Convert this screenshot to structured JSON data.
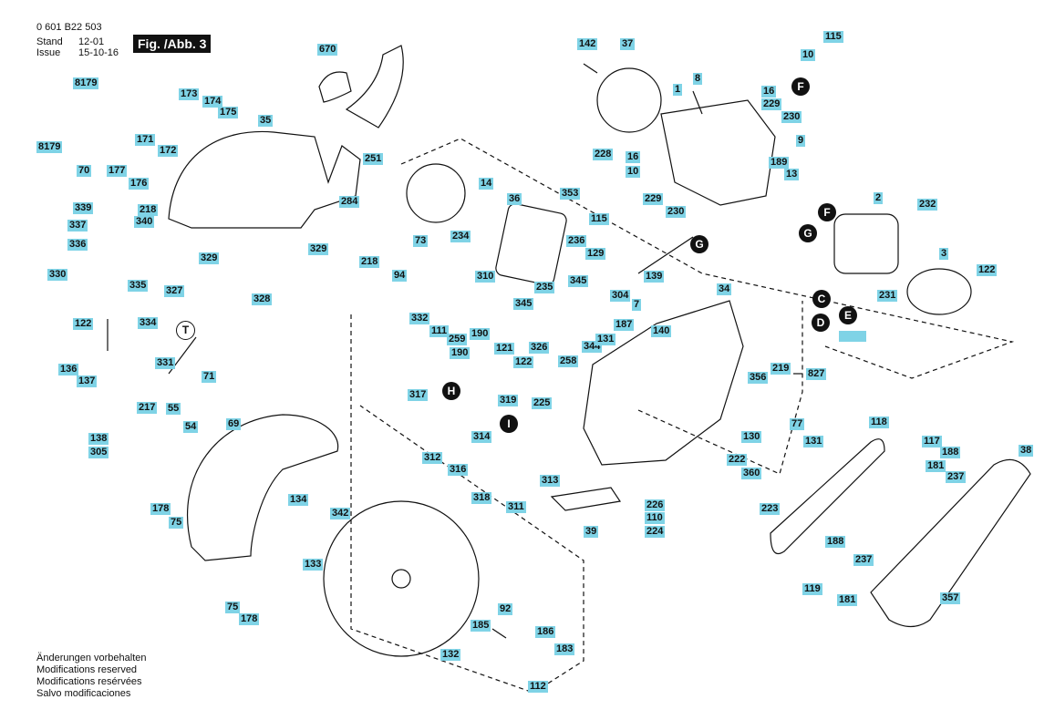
{
  "header": {
    "doc_number": "0 601 B22 503",
    "stand_label": "Stand",
    "stand_value": "12-01",
    "issue_label": "Issue",
    "issue_value": "15-10-16",
    "figure_label": "Fig. /Abb. 3"
  },
  "footer": {
    "lines": [
      "Änderungen vorbehalten",
      "Modifications reserved",
      "Modifications resérvées",
      "Salvo modificaciones"
    ]
  },
  "markers": [
    "F",
    "G",
    "F",
    "G",
    "C",
    "D",
    "E",
    "H",
    "I",
    "T"
  ],
  "part_labels": [
    "670",
    "142",
    "37",
    "1",
    "8",
    "115",
    "10",
    "16",
    "229",
    "230",
    "9",
    "8179",
    "8179",
    "70",
    "173",
    "174",
    "175",
    "35",
    "171",
    "172",
    "177",
    "176",
    "251",
    "228",
    "10",
    "16",
    "189",
    "13",
    "2",
    "232",
    "14",
    "36",
    "353",
    "229",
    "230",
    "218",
    "284",
    "339",
    "337",
    "340",
    "336",
    "329",
    "329",
    "73",
    "234",
    "115",
    "129",
    "236",
    "3",
    "122",
    "330",
    "335",
    "327",
    "328",
    "310",
    "139",
    "345",
    "231",
    "218",
    "94",
    "235",
    "304",
    "345",
    "7",
    "34",
    "122",
    "334",
    "332",
    "111",
    "187",
    "140",
    "259",
    "190",
    "331",
    "190",
    "121",
    "326",
    "344",
    "131",
    "136",
    "137",
    "71",
    "122",
    "258",
    "219",
    "827",
    "317",
    "319",
    "356",
    "225",
    "217",
    "55",
    "77",
    "118",
    "138",
    "305",
    "54",
    "314",
    "312",
    "316",
    "313",
    "130",
    "131",
    "117",
    "188",
    "181",
    "237",
    "222",
    "360",
    "38",
    "69",
    "318",
    "311",
    "226",
    "110",
    "224",
    "39",
    "223",
    "178",
    "75",
    "134",
    "342",
    "133",
    "188",
    "237",
    "119",
    "181",
    "357",
    "92",
    "75",
    "178",
    "185",
    "186",
    "132",
    "183",
    "112"
  ]
}
